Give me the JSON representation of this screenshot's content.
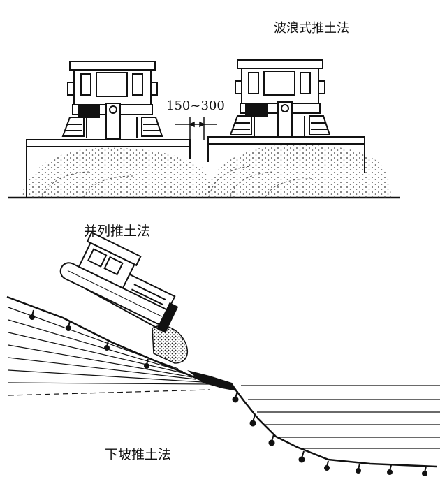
{
  "labels": {
    "wave_method": "波浪式推土法",
    "parallel_method": "并列推土法",
    "downhill_method": "下坡推土法",
    "spacing": "150~300"
  },
  "colors": {
    "ink": "#111111",
    "soil": "#333333",
    "background": "#ffffff"
  }
}
